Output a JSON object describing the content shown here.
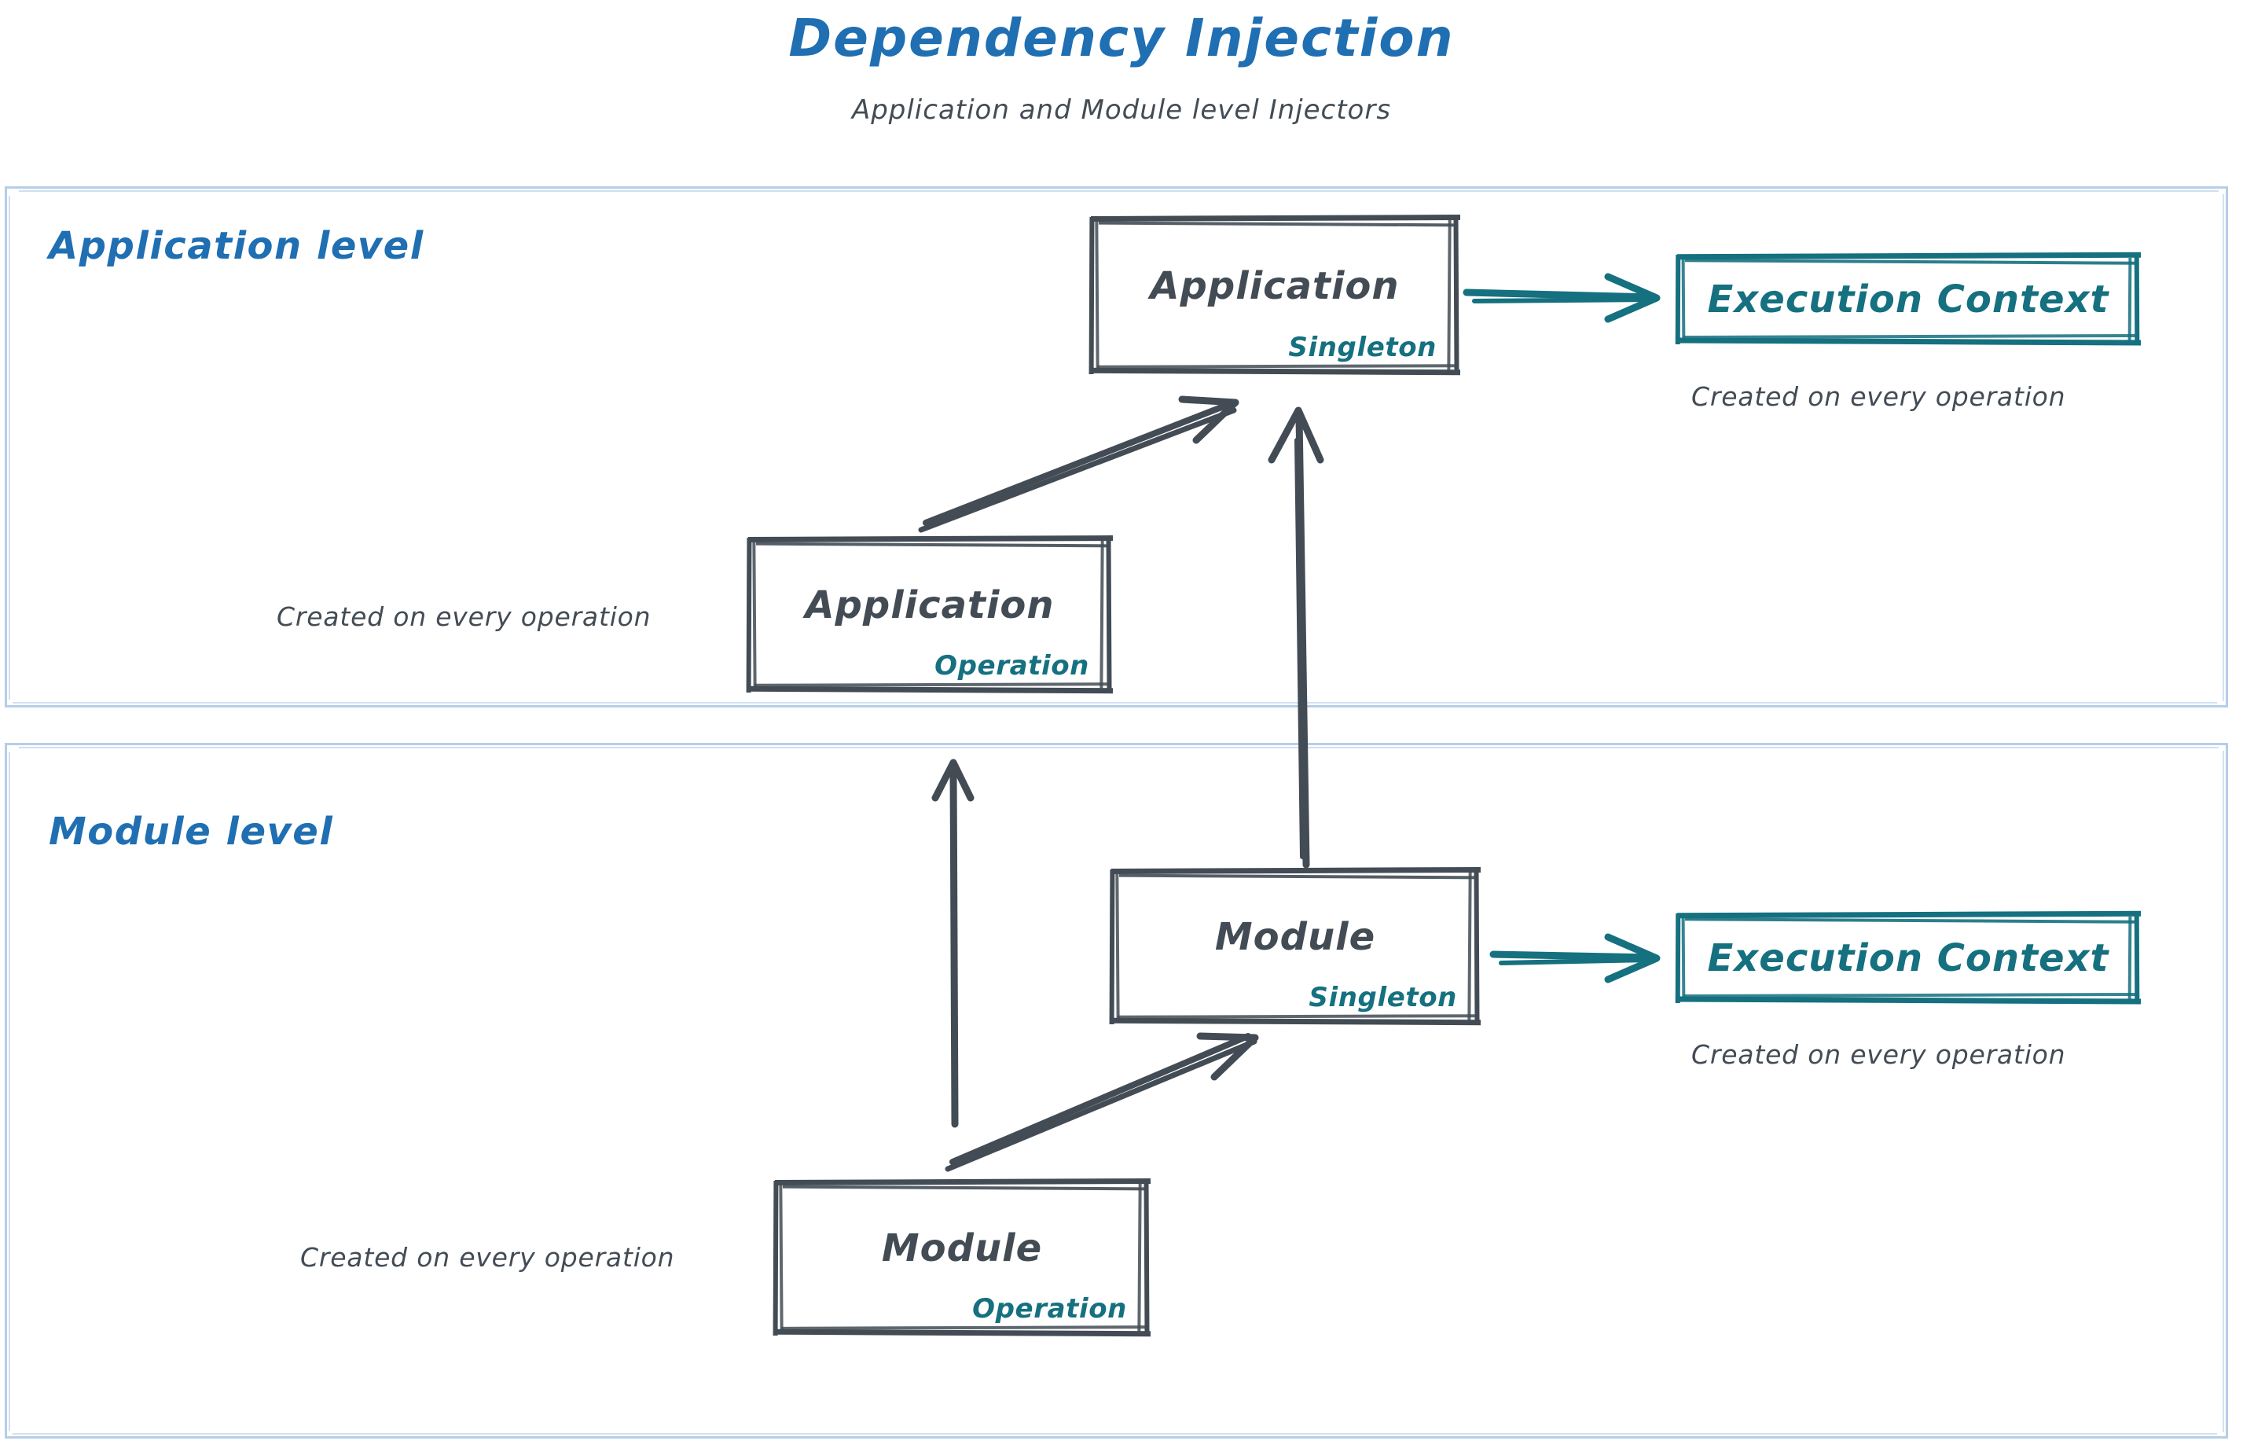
{
  "header": {
    "title": "Dependency Injection",
    "subtitle": "Application and Module level Injectors"
  },
  "colors": {
    "title_blue": "#1f6fb2",
    "panel_border_blue": "#b6cee8",
    "node_gray": "#434c55",
    "accent_teal": "#15707f",
    "background": "#ffffff"
  },
  "panels": [
    {
      "id": "application-level",
      "label": "Application level"
    },
    {
      "id": "module-level",
      "label": "Module level"
    }
  ],
  "nodes": {
    "app_singleton": {
      "title": "Application",
      "scope": "Singleton"
    },
    "app_operation": {
      "title": "Application",
      "scope": "Operation"
    },
    "mod_singleton": {
      "title": "Module",
      "scope": "Singleton"
    },
    "mod_operation": {
      "title": "Module",
      "scope": "Operation"
    },
    "exec_ctx_app": {
      "title": "Execution Context"
    },
    "exec_ctx_mod": {
      "title": "Execution Context"
    }
  },
  "captions": {
    "exec_ctx_app_note": "Created on every operation",
    "app_operation_note": "Created on every operation",
    "exec_ctx_mod_note": "Created on every operation",
    "mod_operation_note": "Created on every operation"
  },
  "edges": [
    {
      "from": "app_singleton",
      "to": "exec_ctx_app",
      "style": "teal-arrow"
    },
    {
      "from": "app_operation",
      "to": "app_singleton",
      "style": "gray-arrow"
    },
    {
      "from": "mod_singleton",
      "to": "app_singleton",
      "style": "gray-arrow"
    },
    {
      "from": "mod_operation",
      "to": "app_operation",
      "style": "gray-arrow"
    },
    {
      "from": "mod_operation",
      "to": "mod_singleton",
      "style": "gray-arrow"
    },
    {
      "from": "mod_singleton",
      "to": "exec_ctx_mod",
      "style": "teal-arrow"
    }
  ]
}
